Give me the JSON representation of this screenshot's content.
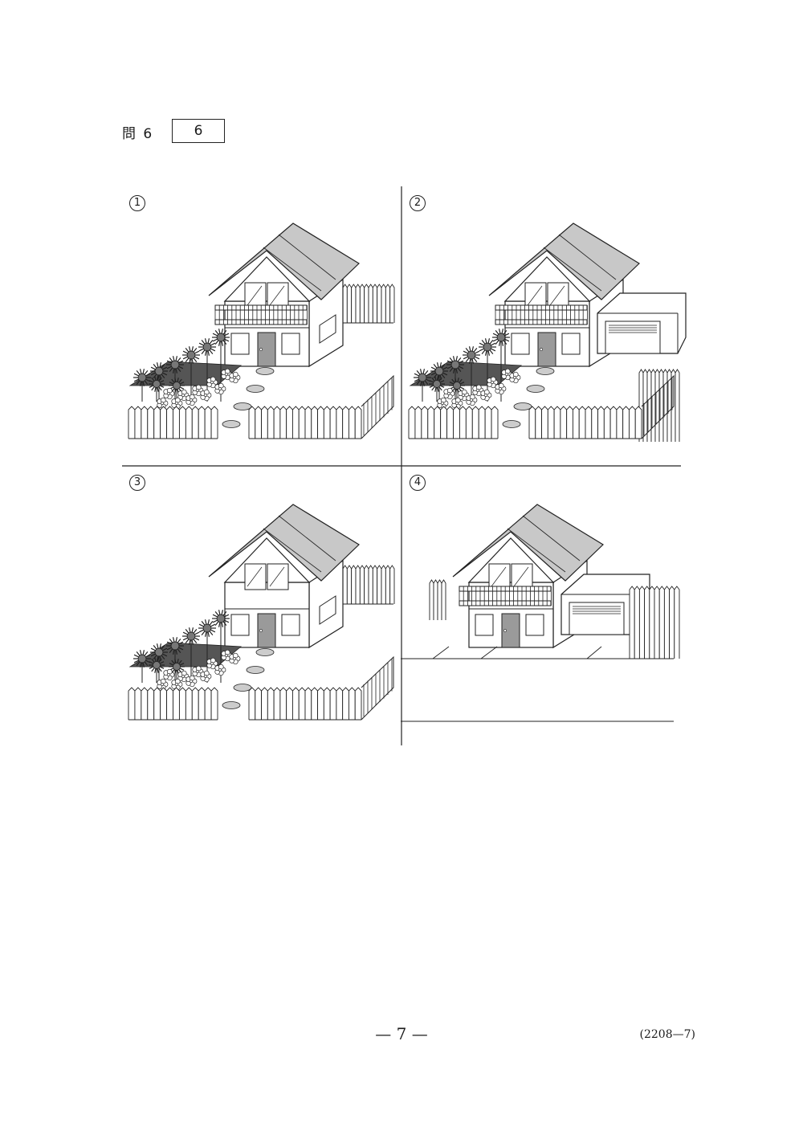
{
  "question": {
    "label": "問 6",
    "answer_box": "6"
  },
  "options": [
    {
      "number": "1",
      "has_balcony": true,
      "has_garage": false,
      "garden": true
    },
    {
      "number": "2",
      "has_balcony": true,
      "has_garage": true,
      "garden": true
    },
    {
      "number": "3",
      "has_balcony": false,
      "has_garage": false,
      "garden": true
    },
    {
      "number": "4",
      "has_balcony": true,
      "has_garage": true,
      "garden": false
    }
  ],
  "footer": {
    "page": "— 7 —",
    "code": "(2208—7)"
  }
}
